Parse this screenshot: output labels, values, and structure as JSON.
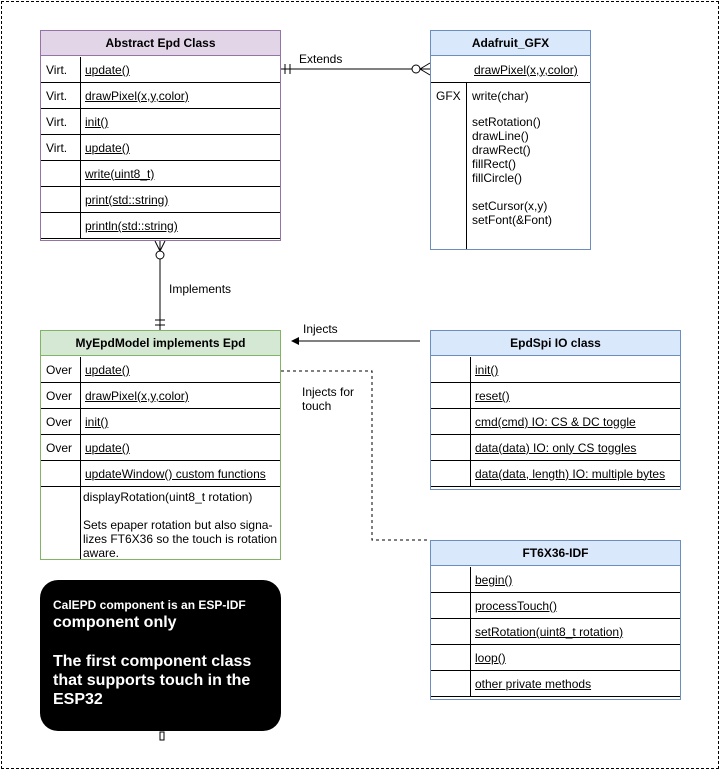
{
  "abstract_epd": {
    "title": "Abstract Epd Class",
    "rows": [
      {
        "key": "Virt.",
        "method": "update()"
      },
      {
        "key": "Virt.",
        "method": "drawPixel(x,y,color)"
      },
      {
        "key": "Virt.",
        "method": "init()"
      },
      {
        "key": "Virt.",
        "method": "update()"
      },
      {
        "key": "",
        "method": "write(uint8_t)"
      },
      {
        "key": "",
        "method": "print(std::string)"
      },
      {
        "key": "",
        "method": "println(std::string)"
      }
    ]
  },
  "adafruit_gfx": {
    "title": "Adafruit_GFX",
    "top_method": "drawPixel(x,y,color)",
    "key": "GFX",
    "methods": [
      "write(char)",
      "",
      "setRotation()",
      "drawLine()",
      "drawRect()",
      "fillRect()",
      "fillCircle()",
      "",
      "setCursor(x,y)",
      "setFont(&Font)"
    ]
  },
  "my_epd_model": {
    "title": "MyEpdModel implements Epd",
    "rows": [
      {
        "key": "Over",
        "method": "update()"
      },
      {
        "key": "Over",
        "method": "drawPixel(x,y,color)"
      },
      {
        "key": "Over",
        "method": "init()"
      },
      {
        "key": "Over",
        "method": "update()"
      },
      {
        "key": "",
        "method": "updateWindow() custom functions"
      }
    ],
    "note_title": "displayRotation(uint8_t rotation)",
    "note_body": "Sets epaper rotation but also signa-lizes FT6X36 so the touch is rotation aware."
  },
  "epdspi": {
    "title": "EpdSpi IO class",
    "rows": [
      {
        "method": "init()"
      },
      {
        "method": "reset()"
      },
      {
        "method": "cmd(cmd)   IO: CS & DC toggle"
      },
      {
        "method": "data(data)   IO: only CS toggles"
      },
      {
        "method": "data(data, length)  IO: multiple bytes"
      }
    ]
  },
  "ft6x36": {
    "title": "FT6X36-IDF",
    "rows": [
      {
        "method": "begin()"
      },
      {
        "method": "processTouch()"
      },
      {
        "method": "setRotation(uint8_t rotation)"
      },
      {
        "method": "loop()"
      },
      {
        "method": "other private methods"
      }
    ]
  },
  "labels": {
    "extends": "Extends",
    "implements": "Implements",
    "injects": "Injects",
    "injects_touch_1": "Injects for",
    "injects_touch_2": "touch"
  },
  "note": {
    "line1": "CalEPD component is an ESP-IDF",
    "line2": "component only",
    "line3": "The first component class that supports touch in the ESP32"
  }
}
